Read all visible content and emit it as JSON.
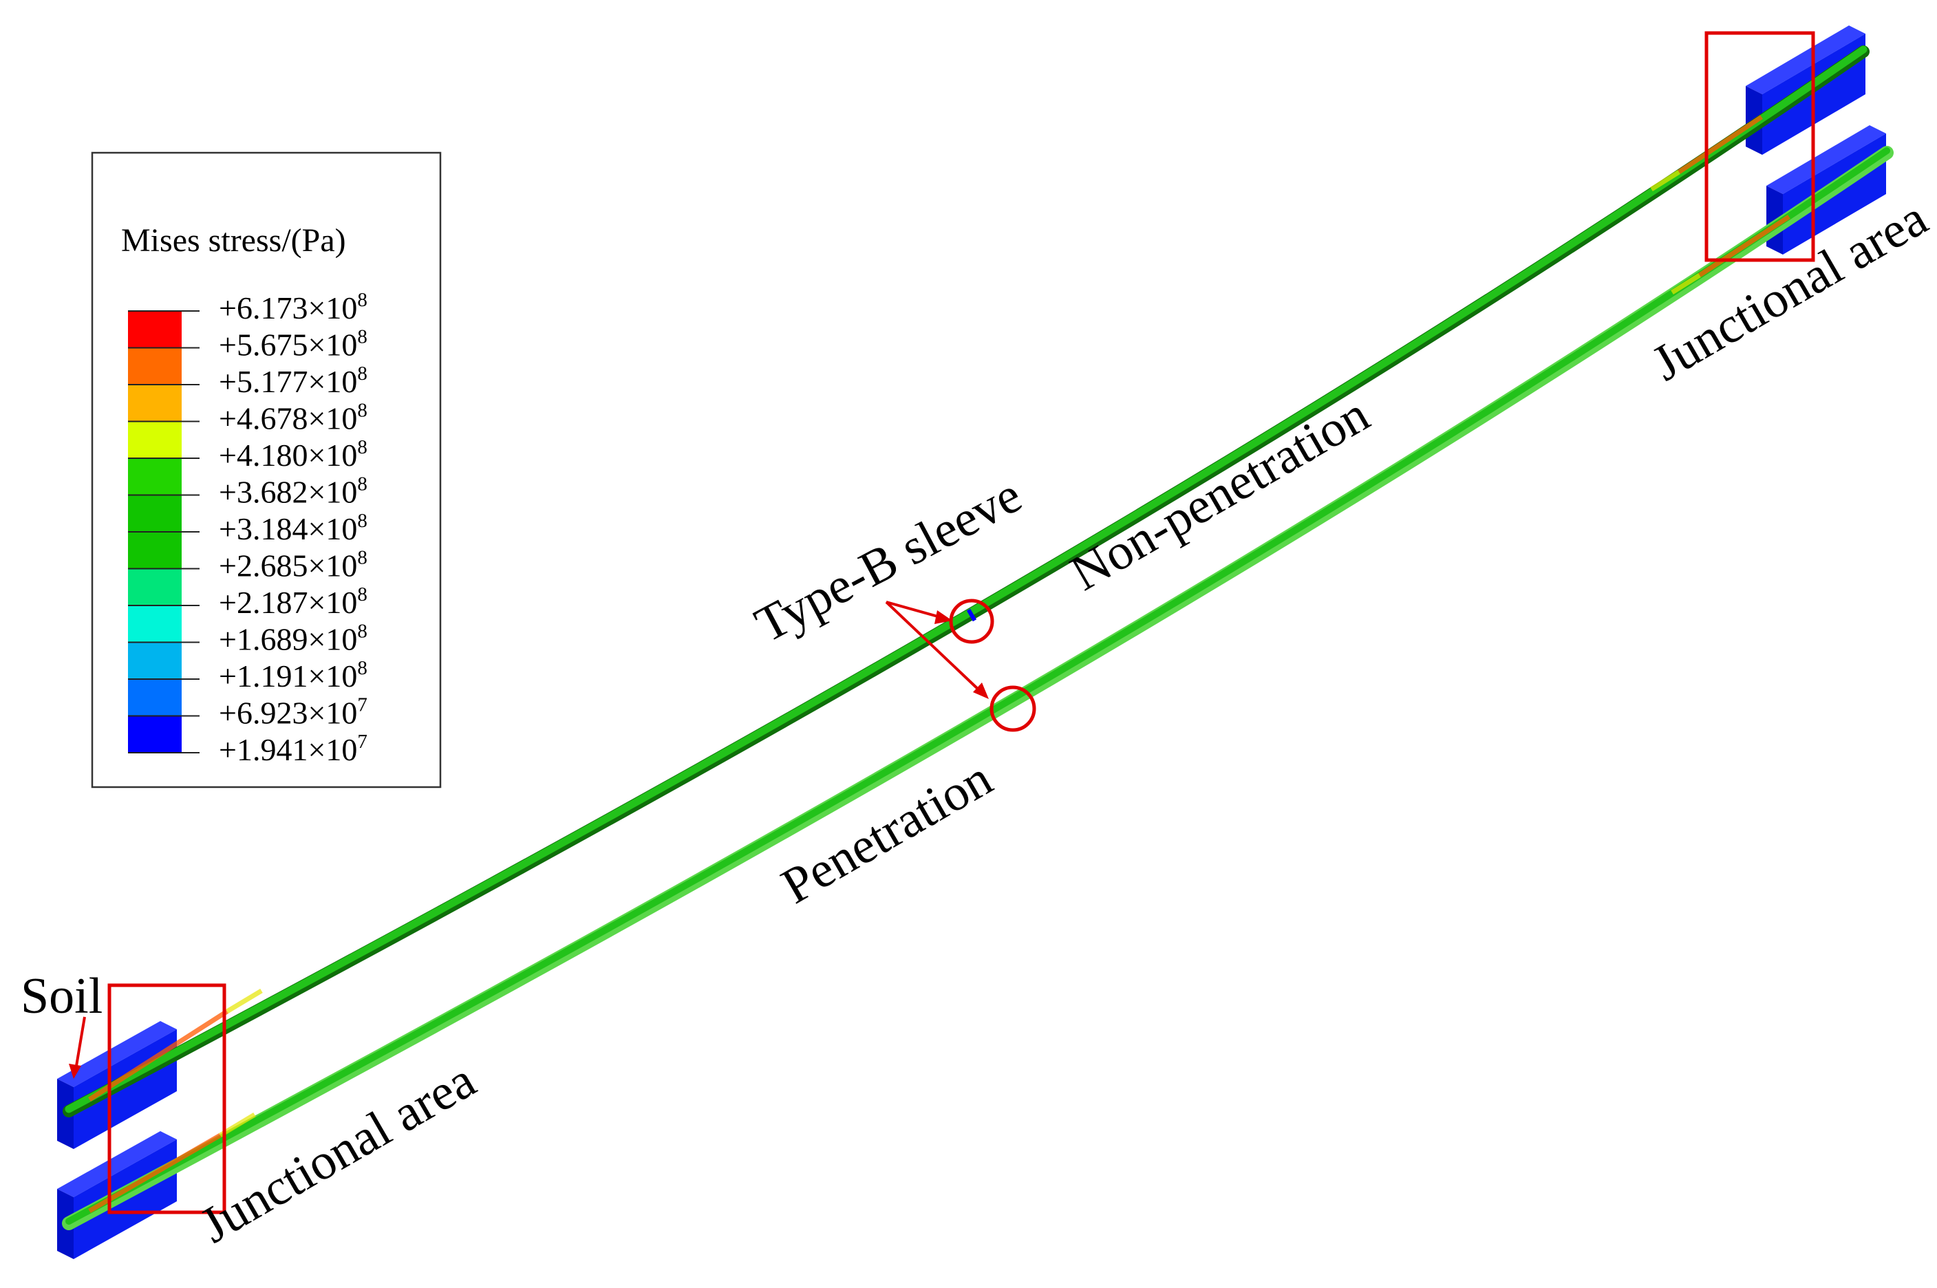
{
  "legend": {
    "title": "Mises stress/(Pa)",
    "entries": [
      {
        "mantissa": "+6.173",
        "times": "×10",
        "exp": "8"
      },
      {
        "mantissa": "+5.675",
        "times": "×10",
        "exp": "8"
      },
      {
        "mantissa": "+5.177",
        "times": "×10",
        "exp": "8"
      },
      {
        "mantissa": "+4.678",
        "times": "×10",
        "exp": "8"
      },
      {
        "mantissa": "+4.180",
        "times": "×10",
        "exp": "8"
      },
      {
        "mantissa": "+3.682",
        "times": "×10",
        "exp": "8"
      },
      {
        "mantissa": "+3.184",
        "times": "×10",
        "exp": "8"
      },
      {
        "mantissa": "+2.685",
        "times": "×10",
        "exp": "8"
      },
      {
        "mantissa": "+2.187",
        "times": "×10",
        "exp": "8"
      },
      {
        "mantissa": "+1.689",
        "times": "×10",
        "exp": "8"
      },
      {
        "mantissa": "+1.191",
        "times": "×10",
        "exp": "8"
      },
      {
        "mantissa": "+6.923",
        "times": "×10",
        "exp": "7"
      },
      {
        "mantissa": "+1.941",
        "times": "×10",
        "exp": "7"
      }
    ],
    "colors": [
      "#ff0000",
      "#ff6a00",
      "#ffb300",
      "#d8ff00",
      "#22d400",
      "#11c400",
      "#11c400",
      "#00e57a",
      "#00f5d8",
      "#00b4ee",
      "#0070ff",
      "#0000ff"
    ]
  },
  "labels": {
    "soil": "Soil",
    "type_b_sleeve": "Type-B sleeve",
    "non_penetration": "Non-penetration",
    "penetration": "Penetration",
    "junctional_left": "Junctional area",
    "junctional_right": "Junctional area"
  },
  "colors": {
    "pipe": "#22c21a",
    "pipe_edge": "#0f6e0a",
    "soil_block": "#0a1ef0",
    "annotation": "#e00000"
  }
}
